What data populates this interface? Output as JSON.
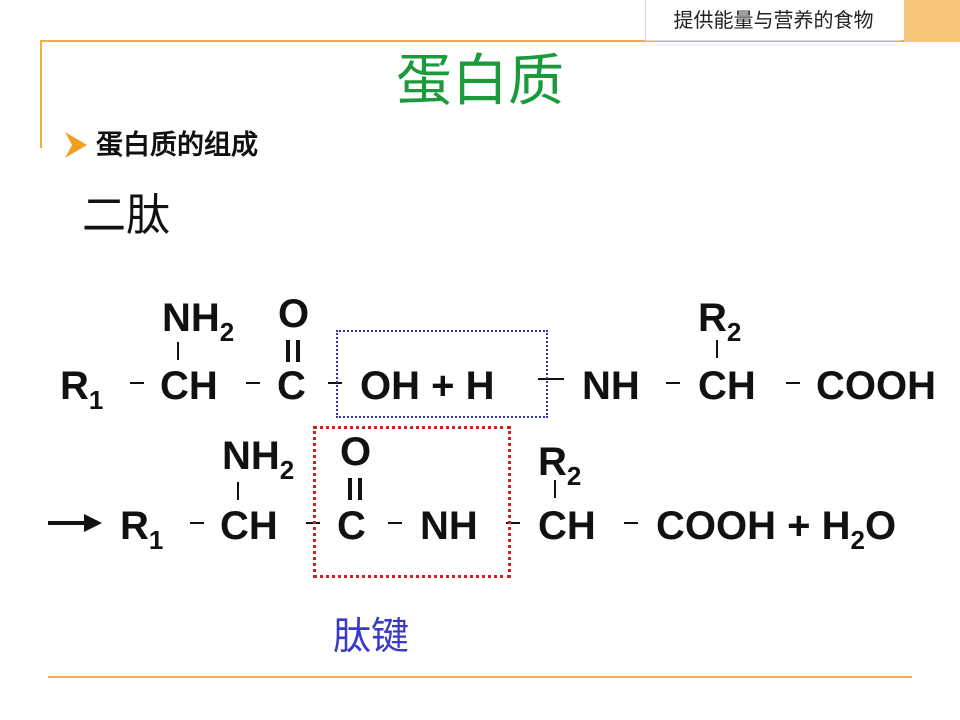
{
  "header": {
    "title": "提供能量与营养的食物"
  },
  "page": {
    "title": "蛋白质"
  },
  "bullet": {
    "text": "蛋白质的组成",
    "icon": "triangle-arrow-icon",
    "icon_color": "#f0a020"
  },
  "section": {
    "title": "二肽"
  },
  "reaction1": {
    "r1": "R",
    "r1_sub": "1",
    "ch_a": "CH",
    "c_a": "C",
    "oh": "OH + H",
    "nh": "NH",
    "ch_b": "CH",
    "cooh": "COOH",
    "nh2": "NH",
    "nh2_sub": "2",
    "o": "O",
    "r2": "R",
    "r2_sub": "2"
  },
  "reaction2": {
    "r1": "R",
    "r1_sub": "1",
    "ch_a": "CH",
    "c_a": "C",
    "nh": "NH",
    "ch_b": "CH",
    "cooh_plus": "COOH + H",
    "h2o_sub": "2",
    "h2o_o": "O",
    "nh2": "NH",
    "nh2_sub": "2",
    "o": "O",
    "r2": "R",
    "r2_sub": "2"
  },
  "label": {
    "peptide_bond": "肽键"
  },
  "colors": {
    "title_green": "#1a9a3a",
    "accent_orange": "#f0b040",
    "label_blue": "#3a3ac8",
    "box_red": "#cc2222",
    "box_blue": "#3333aa"
  }
}
